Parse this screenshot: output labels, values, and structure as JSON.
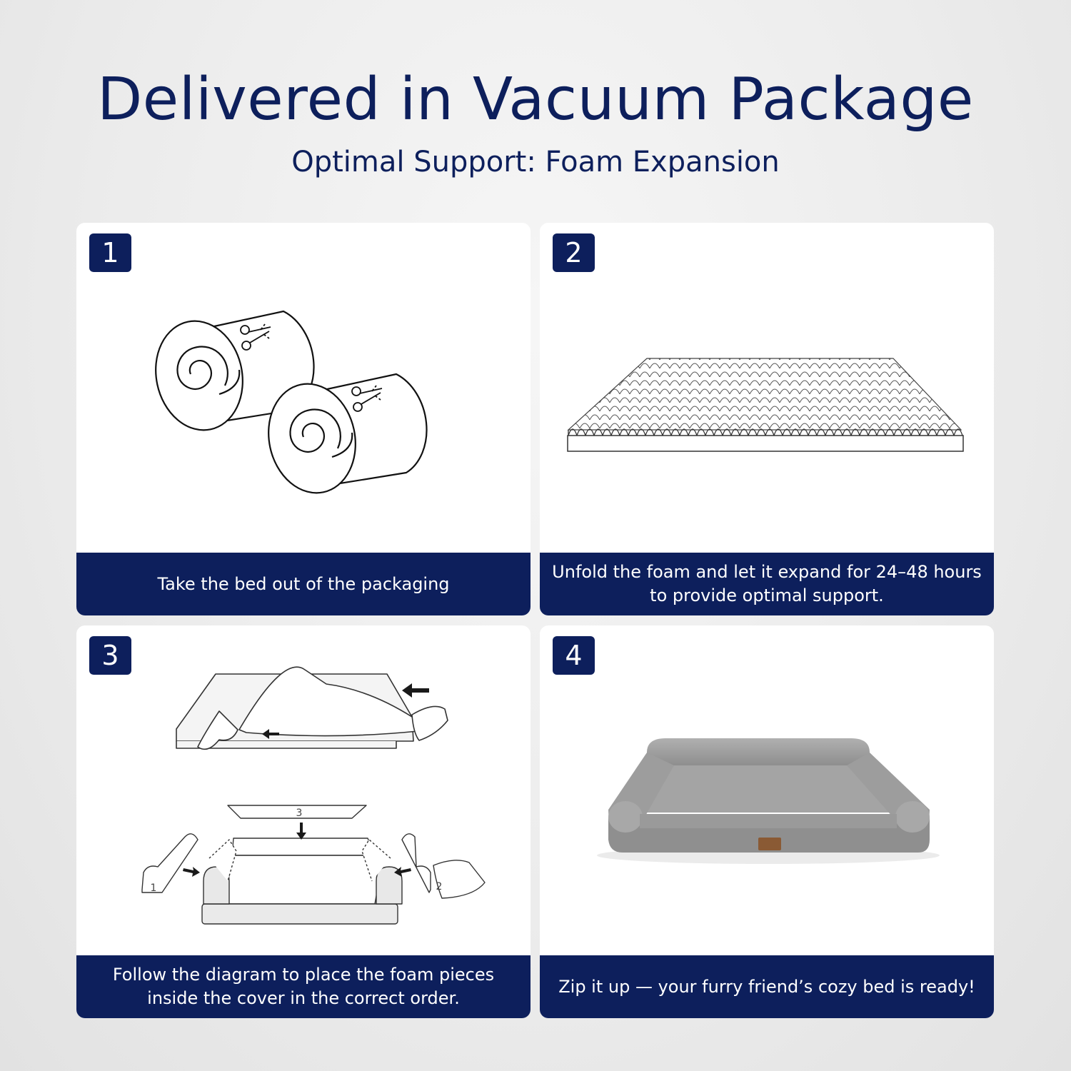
{
  "header": {
    "title": "Delivered in Vacuum Package",
    "subtitle": "Optimal Support: Foam Expansion"
  },
  "steps": [
    {
      "number": "1",
      "caption": "Take the bed out of the packaging",
      "icon": "rolled-foam-scissors-icon"
    },
    {
      "number": "2",
      "caption": "Unfold the foam and let it expand for 24–48 hours to provide optimal support.",
      "icon": "egg-crate-foam-icon"
    },
    {
      "number": "3",
      "caption": "Follow the diagram to place the foam pieces inside the cover in the correct order.",
      "icon": "assembly-diagram-icon",
      "diagram_labels": [
        "3",
        "1",
        "2"
      ]
    },
    {
      "number": "4",
      "caption": "Zip it up — your furry friend’s cozy bed is ready!",
      "icon": "finished-dog-bed-icon"
    }
  ],
  "colors": {
    "navy": "#0d1f5c",
    "background": "#ececec",
    "card": "#ffffff",
    "bed_gray": "#9a9a9a"
  }
}
